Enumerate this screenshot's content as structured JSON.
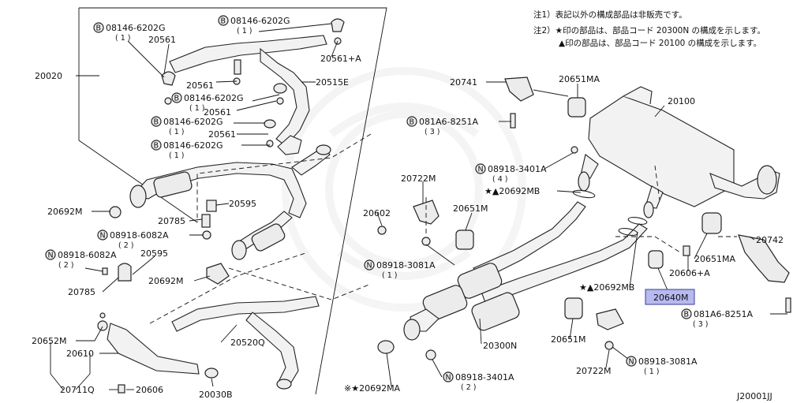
{
  "notes": {
    "line1": "注1）表記以外の構成部品は非販売です。",
    "line2": "注2）★印の部品は、部品コード 20300N の構成を示します。",
    "line3": "▲印の部品は、部品コード 20100 の構成を示します。"
  },
  "highlight_color": "#b7b9ef",
  "diagram_code": "J20001JJ",
  "labels": {
    "p20020": "20020",
    "b08146_1": "08146-6202G",
    "b08146_1q": "( 1 )",
    "p20561_a": "20561",
    "b08146_2": "08146-6202G",
    "b08146_2q": "( 1 )",
    "p20561A": "20561+A",
    "p20561_b": "20561",
    "b08146_3": "08146-6202G",
    "b08146_3q": "( 1 )",
    "p20515E": "20515E",
    "p20561_c": "20561",
    "b08146_4": "08146-6202G",
    "b08146_4q": "( 1 )",
    "p20561_d": "20561",
    "b08146_5": "08146-6202G",
    "b08146_5q": "( 1 )",
    "p20692M_1": "20692M",
    "p20595_1": "20595",
    "p20785_1": "20785",
    "n08918_6082A_1": "08918-6082A",
    "n08918_6082A_1q": "( 2 )",
    "n08918_6082A_2": "08918-6082A",
    "n08918_6082A_2q": "( 2 )",
    "p20595_2": "20595",
    "p20692M_2": "20692M",
    "p20785_2": "20785",
    "p20602": "20602",
    "p20652M": "20652M",
    "p20610": "20610",
    "p20520Q": "20520Q",
    "p20711Q": "20711Q",
    "p20606": "20606",
    "p20030B": "20030B",
    "p20741": "20741",
    "p20651MA_1": "20651MA",
    "p20100": "20100",
    "b081A6_1": "081A6-8251A",
    "b081A6_1q": "( 3 )",
    "n08918_3401A_1": "08918-3401A",
    "n08918_3401A_1q": "( 4 )",
    "p20692MB_1": "★▲20692MB",
    "p20722M_1": "20722M",
    "p20651M_1": "20651M",
    "n08918_3081A_1": "08918-3081A",
    "n08918_3081A_1q": "( 1 )",
    "p20742": "20742",
    "p20651MA_2": "20651MA",
    "p20606A": "20606+A",
    "p20692MB_2": "★▲20692MB",
    "p20640M": "20640M",
    "b081A6_2": "081A6-8251A",
    "b081A6_2q": "( 3 )",
    "p20300N": "20300N",
    "p20651M_2": "20651M",
    "p20722M_2": "20722M",
    "n08918_3081A_2": "08918-3081A",
    "n08918_3081A_2q": "( 1 )",
    "n08918_3401A_2": "08918-3401A",
    "n08918_3401A_2q": "( 2 )",
    "p20692MA": "※★20692MA"
  },
  "markers": {
    "bolt": "B",
    "nut": "N"
  }
}
